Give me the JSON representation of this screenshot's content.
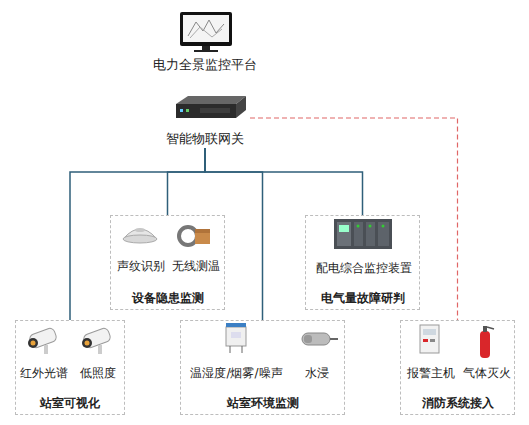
{
  "diagram": {
    "nodes": [
      {
        "text": [
          "电力全景监控平台"
        ]
      },
      {
        "text": [
          "智能物联网关"
        ]
      },
      {
        "text": [
          "设备隐患监测"
        ]
      },
      {
        "text": [
          "声纹识别"
        ],
        "in": 2
      },
      {
        "text": [
          "无线测温"
        ],
        "in": 2
      },
      {
        "text": [
          "电气量故障研判"
        ]
      },
      {
        "text": [
          "配电综合监控装置"
        ],
        "in": 5
      },
      {
        "text": [
          "站室可视化"
        ]
      },
      {
        "text": [
          "红外光谱"
        ],
        "in": 7
      },
      {
        "text": [
          "低照度"
        ],
        "in": 7
      },
      {
        "text": [
          "站室环境监测"
        ]
      },
      {
        "text": [
          "温湿度/烟雾/噪声"
        ],
        "in": 10
      },
      {
        "text": [
          "水浸"
        ],
        "in": 10
      },
      {
        "text": [
          "消防系统接入"
        ]
      },
      {
        "text": [
          "报警主机"
        ],
        "in": 13
      },
      {
        "text": [
          "气体灭火"
        ],
        "in": 13
      }
    ],
    "edges": [
      {
        "from": 1,
        "to": 2,
        "arrow": "none"
      },
      {
        "from": 1,
        "to": 5,
        "arrow": "none"
      },
      {
        "from": 1,
        "to": 7,
        "arrow": "none"
      },
      {
        "from": 1,
        "to": 10,
        "arrow": "none"
      },
      {
        "from": 1,
        "to": 13,
        "arrow": "none"
      }
    ]
  }
}
